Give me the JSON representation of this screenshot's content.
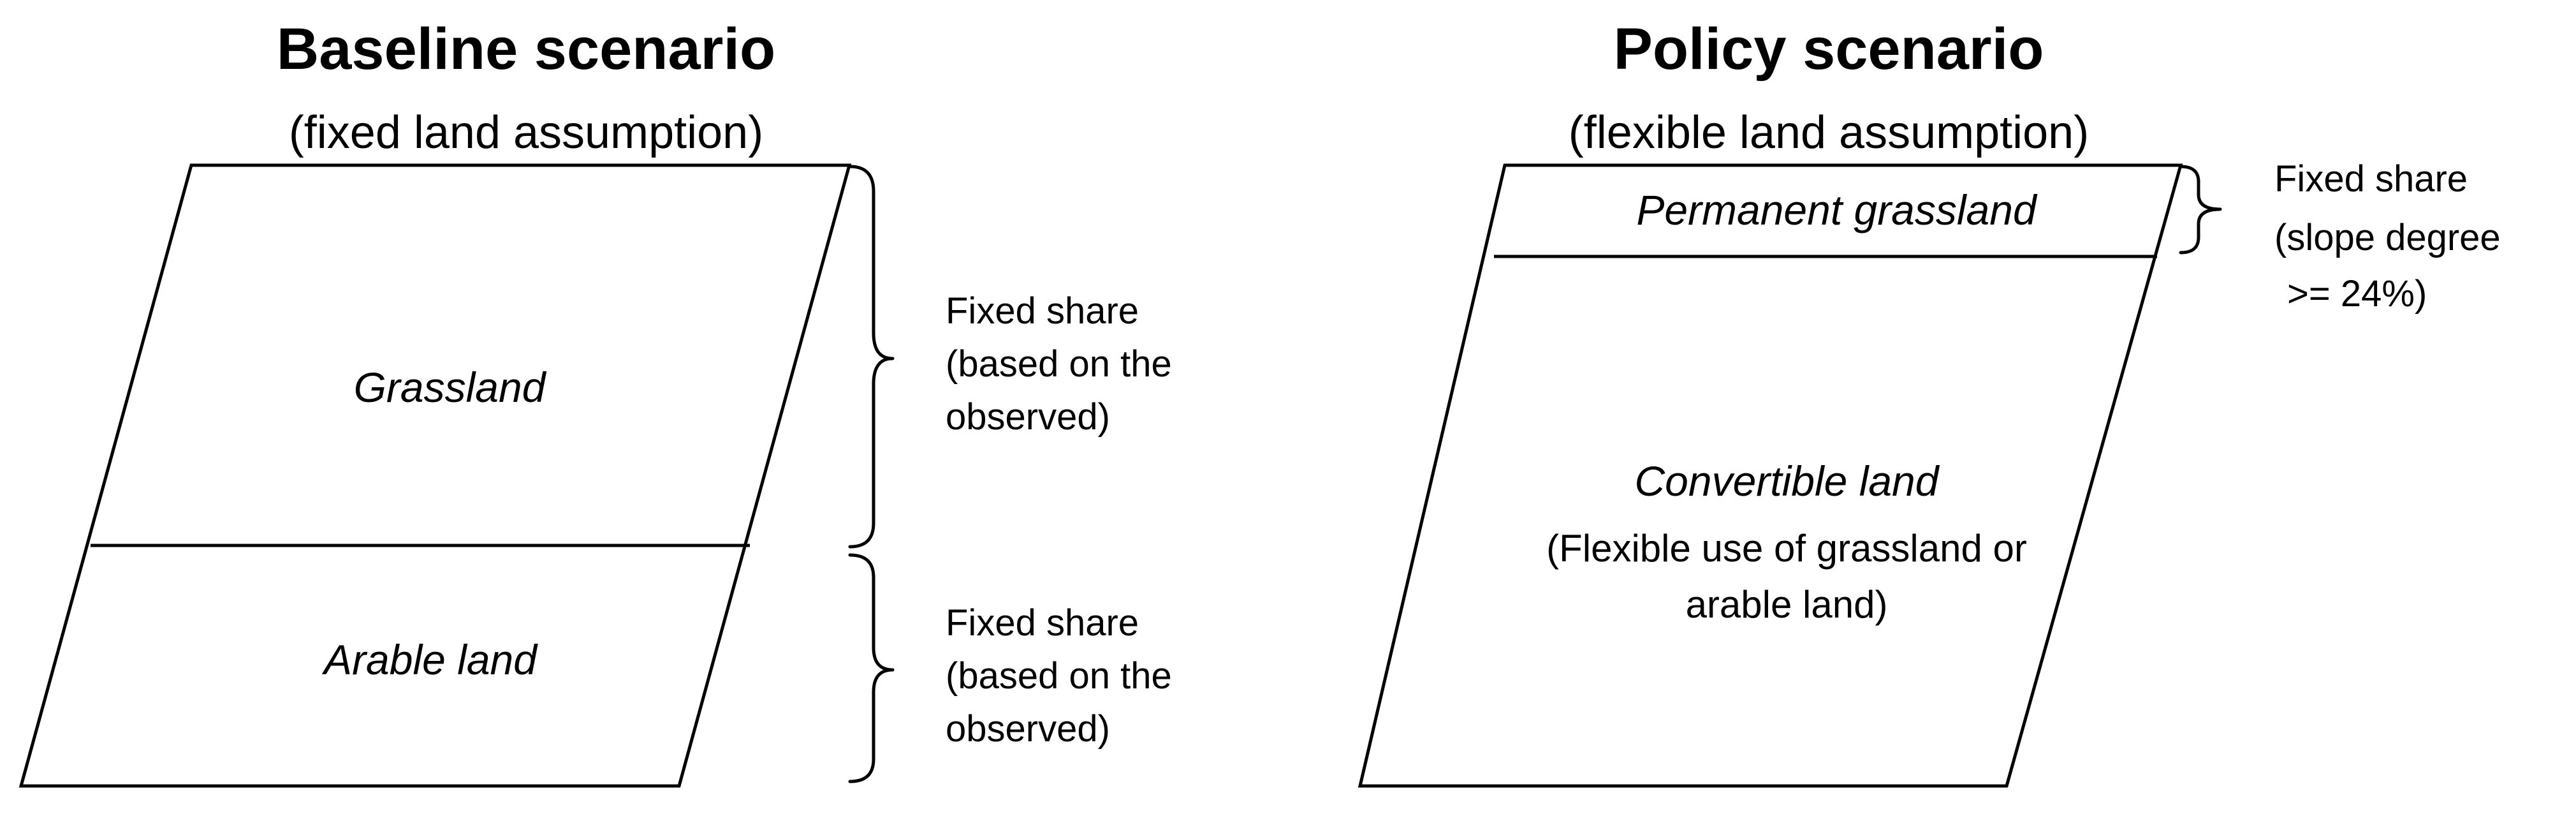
{
  "baseline": {
    "title": "Baseline scenario",
    "subtitle": "(fixed land assumption)",
    "regions": {
      "grassland": "Grassland",
      "arable": "Arable land"
    },
    "annotations": {
      "grassland": [
        "Fixed share",
        "(based on the",
        "observed)"
      ],
      "arable": [
        "Fixed share",
        "(based on the",
        "observed)"
      ]
    }
  },
  "policy": {
    "title": "Policy scenario",
    "subtitle": "(flexible land assumption)",
    "regions": {
      "permanent": "Permanent grassland",
      "convertible": "Convertible land",
      "convertible_note": [
        "(Flexible use of grassland or",
        "arable land)"
      ]
    },
    "annotations": {
      "permanent": [
        "Fixed share",
        "(slope degree",
        ">= 24%)"
      ]
    }
  }
}
